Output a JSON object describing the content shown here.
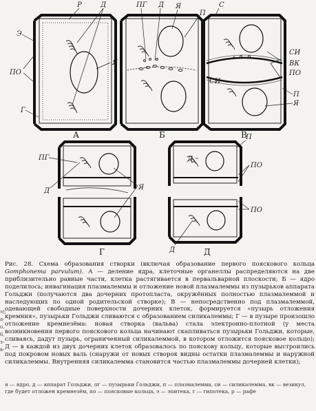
{
  "figure": {
    "panels": [
      "А",
      "Б",
      "В",
      "Г",
      "Д"
    ],
    "labels": {
      "r": "Р",
      "d": "Д",
      "pg": "ПГ",
      "ya": "Я",
      "p": "П",
      "s": "С",
      "e": "Э",
      "po": "ПО",
      "si": "СИ",
      "vk": "ВК",
      "g": "Г"
    }
  },
  "caption": {
    "title": "Рис. 28. Схема образования створки (включая образование первого поясково­го коль­ца",
    "species": "Gomphonema parvulum).",
    "body": "А — деление ядра, клеточные органеллы распределяются на две приблизительно равные части, клетка растягивается в первальварной плоскости; Б — ядро поделилось; инвагинация плазмалеммы и отложение новой плазмалеммы из пузырьков аппарата Гольджи (получаются два дочерних протопласта, окружённых полностью плазмалеммой и наследующих по одной родительской створке); В — непосредственно под плазмалеммой, одевающей свободные поверхности дочерних клеток, формируется «пузырь отложения кремния», пузырьки Гольджи сливаются с образованием силикалеммы; Г — в пузыре произошло отложение кремнезёма: новая створка (вальва) стала электронно-плотной (у места возникновения первого пояскового кольца начинают скапливаться пузырьки Гольджи, которые, сливаясь, дадут пузырь, ограниченный силикалеммой, в котором отложится поясковое кольцо); Д — в каждой из двух дочерних клеток образовалось по пояскову кольцу, которые выстроились под покровом новых валь (снаружи от новых створок видны остатки плазмалеммы и наружной силикалеммы. Внутренняя силикалемма становится частью плазмалеммы дочерней клетки);",
    "legend": "я — ядро, д — аппарат Гольджи, пг — пузырьки Гольджи, п — плазмалемма, си — силикалемма, вк — везикул, где будет отложен кремнезём, по — поясковые кольца, э — эпитека, г — гипотека, р — рафе",
    "margin": "э); а- о, 6, з- в-"
  }
}
